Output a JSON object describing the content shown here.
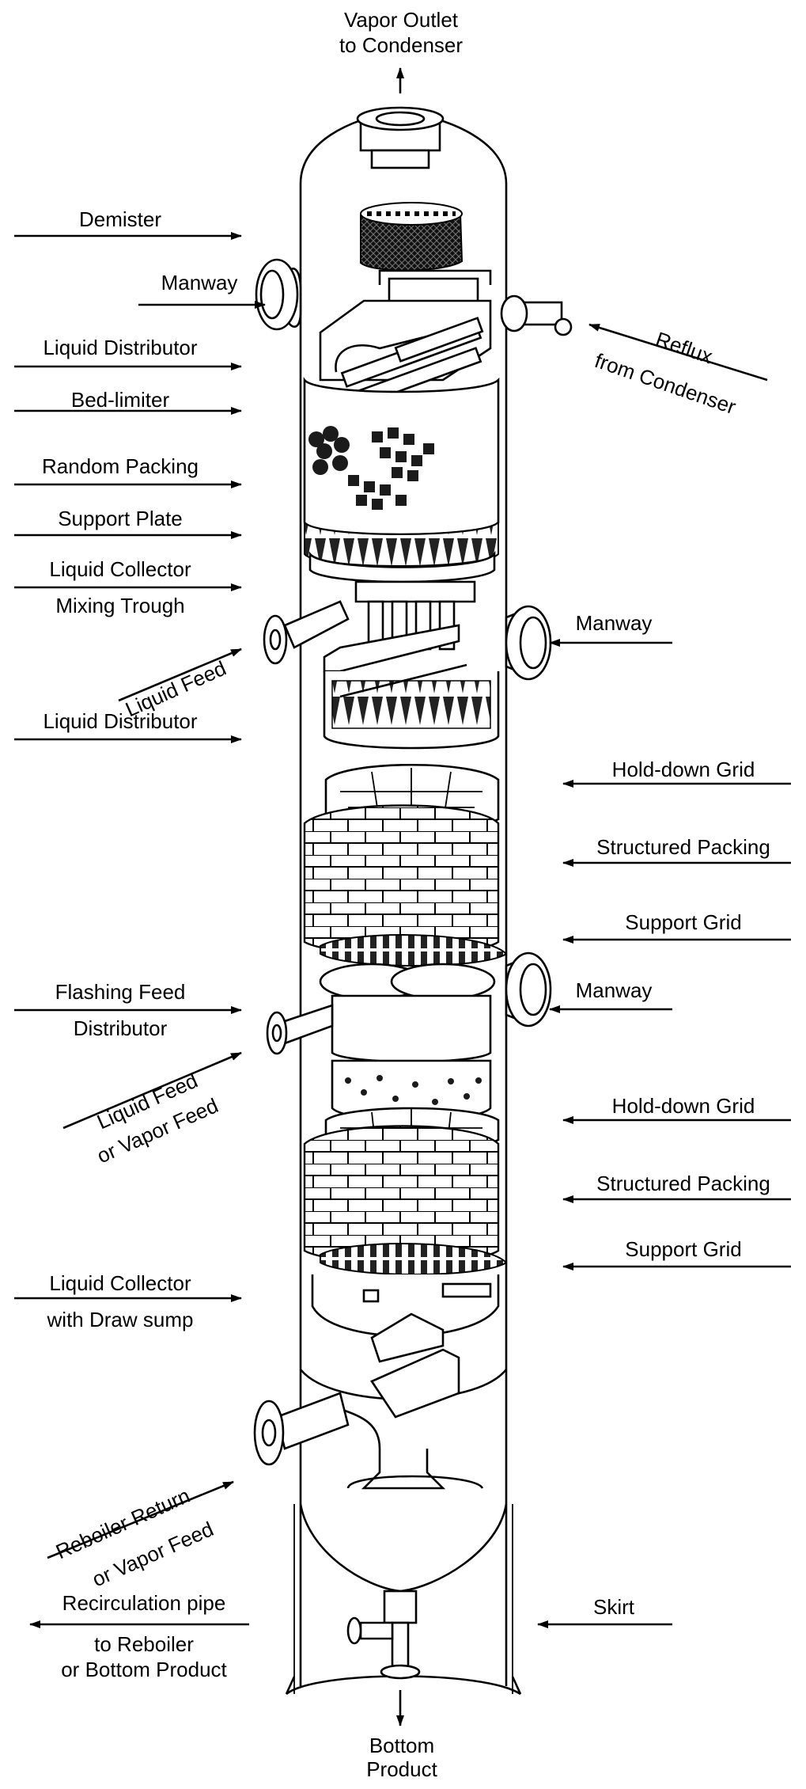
{
  "labels": {
    "vapor_outlet": [
      "Vapor Outlet",
      "to Condenser"
    ],
    "demister": "Demister",
    "manway": "Manway",
    "liquid_distributor": "Liquid Distributor",
    "bed_limiter": "Bed-limiter",
    "random_packing": "Random Packing",
    "support_plate": "Support Plate",
    "liquid_collector_mixing": [
      "Liquid Collector",
      "Mixing Trough"
    ],
    "liquid_feed": "Liquid Feed",
    "reflux": [
      "Reflux",
      "from Condenser"
    ],
    "hold_down_grid": "Hold-down Grid",
    "structured_packing": "Structured Packing",
    "support_grid": "Support Grid",
    "flashing_feed": [
      "Flashing Feed",
      "Distributor"
    ],
    "liquid_or_vapor_feed": [
      "Liquid Feed",
      "or Vapor Feed"
    ],
    "liquid_collector_draw": [
      "Liquid Collector",
      "with Draw sump"
    ],
    "reboiler_return": [
      "Reboiler Return",
      "or Vapor Feed"
    ],
    "recirculation": [
      "Recirculation pipe",
      "to Reboiler",
      "or Bottom Product"
    ],
    "skirt": "Skirt",
    "bottom_product": [
      "Bottom",
      "Product"
    ]
  },
  "colors": {
    "line": "#000000",
    "background": "#ffffff",
    "fill_dark": "#1b1b1b"
  }
}
